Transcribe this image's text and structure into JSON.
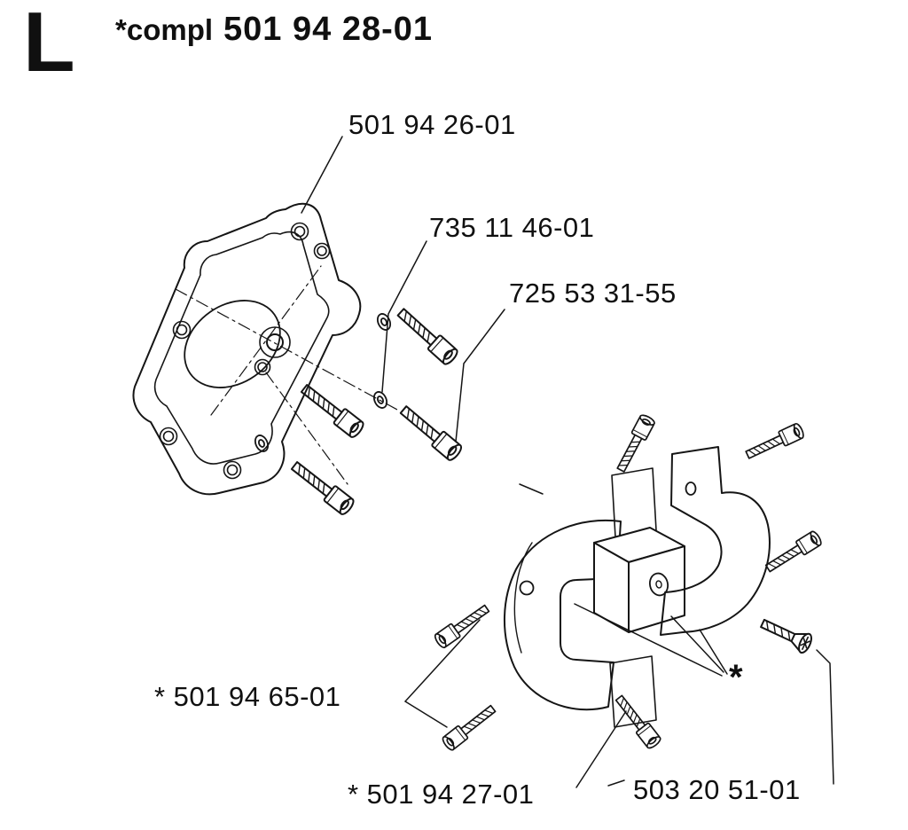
{
  "header": {
    "section_letter": "L",
    "compl_prefix": "*compl",
    "assembly_part_number": "501 94 28-01"
  },
  "part_labels": {
    "cover_plate": "501 94 26-01",
    "washer": "735 11 46-01",
    "screw": "725 53 31-55",
    "clutch_half": "* 501 94 65-01",
    "clutch": "* 501 94 27-01",
    "countersunk_screw": "503 20 51-01",
    "footnote_marker": "*"
  },
  "colors": {
    "ink": "#101010",
    "paper": "#ffffff"
  }
}
